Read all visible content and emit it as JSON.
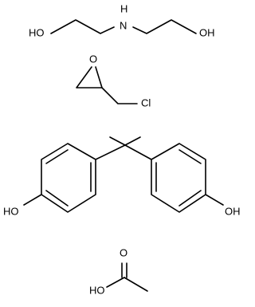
{
  "structures": [
    {
      "id": "diethanolamine",
      "atom_labels": {
        "ho_left": "HO",
        "nh": "N",
        "h": "H",
        "oh_right": "OH"
      }
    },
    {
      "id": "epichlorohydrin",
      "atom_labels": {
        "o": "O",
        "cl": "Cl"
      }
    },
    {
      "id": "bisphenol-a",
      "atom_labels": {
        "ho_left": "HO",
        "oh_right": "OH"
      }
    },
    {
      "id": "acetic-acid",
      "atom_labels": {
        "o": "O",
        "ho": "HO"
      }
    }
  ]
}
